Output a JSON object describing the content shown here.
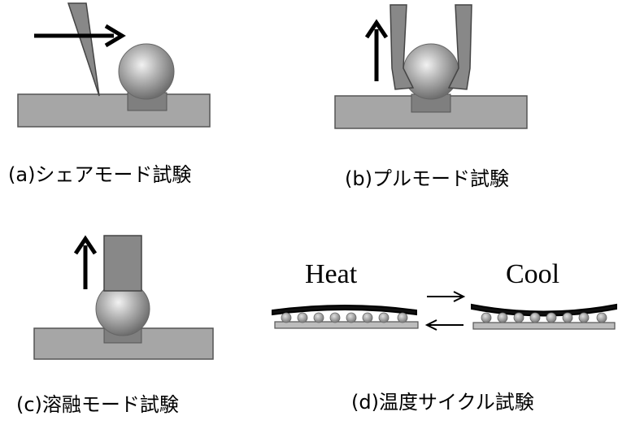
{
  "panels": {
    "a": {
      "caption": "(a)シェアモード試験"
    },
    "b": {
      "caption": "(b)プルモード試験"
    },
    "c": {
      "caption": "(c)溶融モード試験"
    },
    "d": {
      "caption": "(d)温度サイクル試験",
      "heat_label": "Heat",
      "cool_label": "Cool"
    }
  },
  "colors": {
    "substrate": "#a6a6a6",
    "pad": "#7f7f7f",
    "tool": "#888888",
    "arrow": "#000000",
    "board": "#1a1a1a"
  }
}
